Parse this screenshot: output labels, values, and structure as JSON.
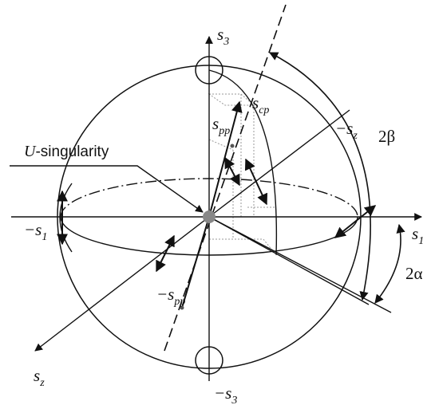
{
  "labels": {
    "s3": {
      "base": "s",
      "sub": "3"
    },
    "neg_s3": {
      "prefix": "−",
      "base": "s",
      "sub": "3"
    },
    "s1": {
      "base": "s",
      "sub": "1"
    },
    "neg_s1": {
      "prefix": "−",
      "base": "s",
      "sub": "1"
    },
    "sz": {
      "base": "s",
      "sub": "z"
    },
    "neg_sz": {
      "prefix": "−",
      "base": "s",
      "sub": "z"
    },
    "scp": {
      "base": "s",
      "sub": "cp"
    },
    "spp": {
      "base": "s",
      "sub": "pp"
    },
    "neg_spp": {
      "prefix": "−",
      "base": "s",
      "sub": "pp"
    },
    "u_singularity": {
      "italic": "U",
      "rest": "-singularity"
    },
    "two_beta": "2β",
    "two_alpha": "2α"
  },
  "colors": {
    "ink": "#111111",
    "center_dot": "#888888",
    "guide": "#999999"
  }
}
